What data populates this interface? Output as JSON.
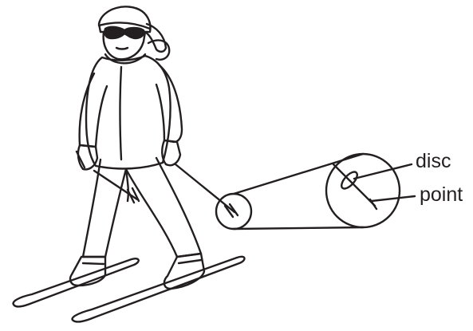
{
  "labels": {
    "disc": "disc",
    "point": "point"
  },
  "colors": {
    "line": "#231f20",
    "background": "#ffffff"
  },
  "icons": {
    "figure": "skier-figure",
    "magnifier": "ski-pole-tip-magnifier"
  }
}
